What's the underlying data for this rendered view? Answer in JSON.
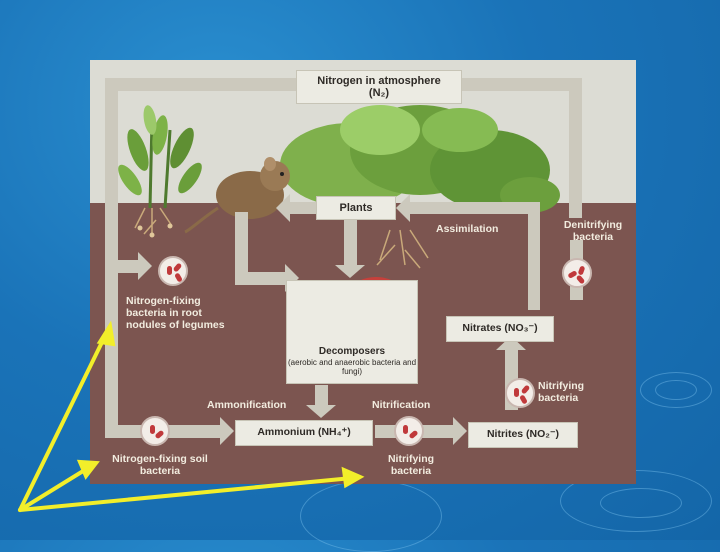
{
  "boxes": {
    "atmosphere": "Nitrogen in atmosphere (N₂)",
    "plants": "Plants",
    "decomposers": "Decomposers",
    "decomposers_sub": "(aerobic and anaerobic bacteria and fungi)",
    "nitrates": "Nitrates (NO₃⁻)",
    "nitrites": "Nitrites (NO₂⁻)",
    "ammonium": "Ammonium (NH₄⁺)"
  },
  "labels": {
    "assimilation": "Assimilation",
    "denitrifying": "Denitrifying bacteria",
    "fixing_nodules": "Nitrogen-fixing bacteria in root nodules of legumes",
    "ammonification": "Ammonification",
    "nitrification": "Nitrification",
    "nitrifying_right": "Nitrifying bacteria",
    "nitrifying_bottom": "Nitrifying bacteria",
    "fixing_soil": "Nitrogen-fixing soil bacteria"
  },
  "colors": {
    "slide_bg": "#1a73b8",
    "soil": "#7c5550",
    "sky": "#dcdcd4",
    "arrow": "#ccc9bd",
    "pointer": "#f2ee2a",
    "microbe": "#c0393b"
  }
}
